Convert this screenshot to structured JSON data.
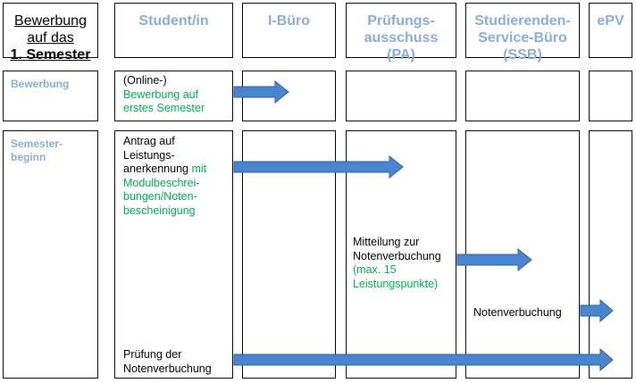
{
  "header": {
    "corner": {
      "line1": "Bewerbung",
      "line2": "auf das",
      "line3": "1. Semester"
    },
    "columns": [
      {
        "line1": "Student/in",
        "line2": "",
        "line3": ""
      },
      {
        "line1": "I-Büro",
        "line2": "",
        "line3": ""
      },
      {
        "line1": "Prüfungs-",
        "line2": "ausschuss",
        "line3": "(PA)"
      },
      {
        "line1": "Studierenden-",
        "line2": "Service-Büro",
        "line3": "(SSB)"
      },
      {
        "line1": "ePV",
        "line2": "",
        "line3": ""
      }
    ]
  },
  "rows": {
    "bewerbung": {
      "label": "Bewerbung",
      "student_text": {
        "line1": "(Online-)",
        "line2": "Bewerbung auf",
        "line3": "erstes Semester"
      }
    },
    "semesterbeginn": {
      "label_line1": "Semester-",
      "label_line2": "beginn",
      "antrag": {
        "line1": "Antrag auf",
        "line2": "Leistungs-",
        "line3": "anerkennung",
        "line3_green": " mit",
        "line4": "Modulbeschrei-",
        "line5": "bungen/Noten-",
        "line6": "bescheinigung"
      },
      "mitteilung": {
        "line1": "Mitteilung zur",
        "line2": "Notenverbuchung",
        "line3": "(max. 15",
        "line4": "Leistungspunkte)"
      },
      "notenverbuchung": "Notenverbuchung",
      "pruefung": {
        "line1": "Prüfung der",
        "line2": "Notenverbuchung"
      }
    }
  },
  "colors": {
    "header_text": "#8eaadb",
    "green_text": "#00b050",
    "arrow_fill": "#4a86cf",
    "arrow_stroke": "#2f5f9e"
  },
  "arrows": [
    {
      "from": "student",
      "to": "i-buero",
      "row": "bewerbung"
    },
    {
      "from": "student",
      "to": "pa",
      "row": "semesterbeginn"
    },
    {
      "from": "pa",
      "to": "ssb",
      "row": "semesterbeginn"
    },
    {
      "from": "ssb",
      "to": "epv",
      "row": "semesterbeginn"
    },
    {
      "from": "student",
      "to": "epv",
      "row": "semesterbeginn"
    }
  ]
}
